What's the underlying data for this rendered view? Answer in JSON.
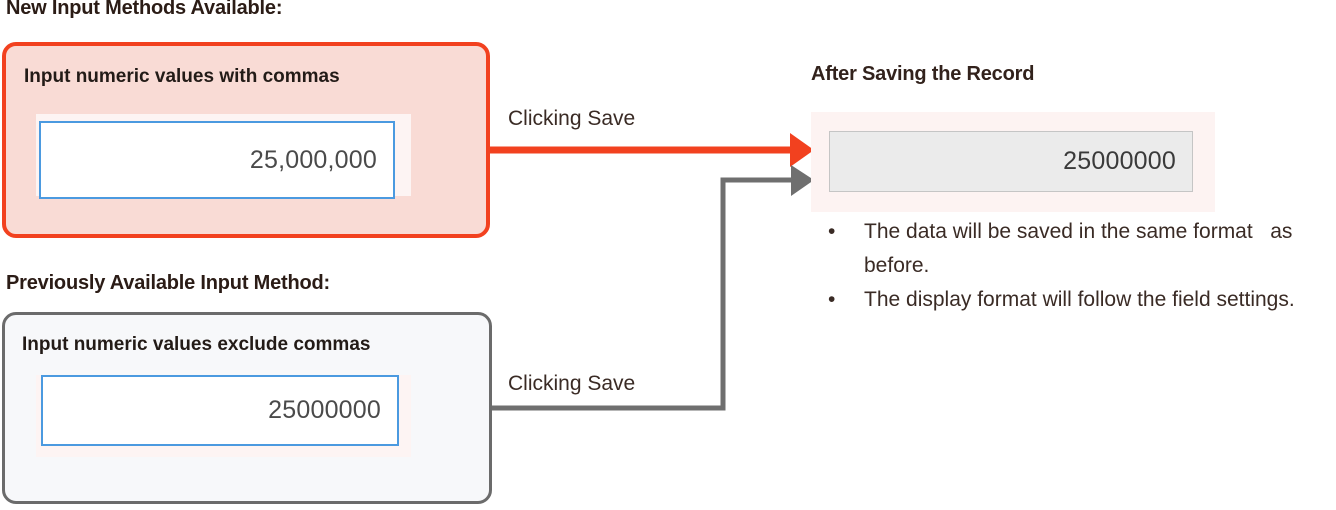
{
  "headings": {
    "new_methods": "New Input Methods Available:",
    "previous_method": "Previously Available Input Method:",
    "after_saving": "After Saving the Record"
  },
  "cards": {
    "new": {
      "label": "Input numeric values with commas",
      "field_value": "25,000,000",
      "border_color": "#f2411f",
      "background_color": "#f9dbd5",
      "input_border_color": "#4b9ae0"
    },
    "previous": {
      "label": "Input numeric values exclude commas",
      "field_value": "25000000",
      "border_color": "#6b6b6b",
      "background_color": "#f7f8fa",
      "input_border_color": "#4b9ae0"
    },
    "after": {
      "field_value": "25000000",
      "panel_color": "#fdf3f2",
      "input_background_color": "#ebebeb",
      "input_border_color": "#c5c5c5"
    }
  },
  "arrows": {
    "top": {
      "label": "Clicking Save",
      "color": "#f2411f"
    },
    "bottom": {
      "label": "Clicking Save",
      "color": "#6f6f6f"
    }
  },
  "notes": {
    "bullet_glyph": "•",
    "items": [
      "The data will be saved in the same format   as before.",
      "The display format will follow the field settings."
    ]
  }
}
